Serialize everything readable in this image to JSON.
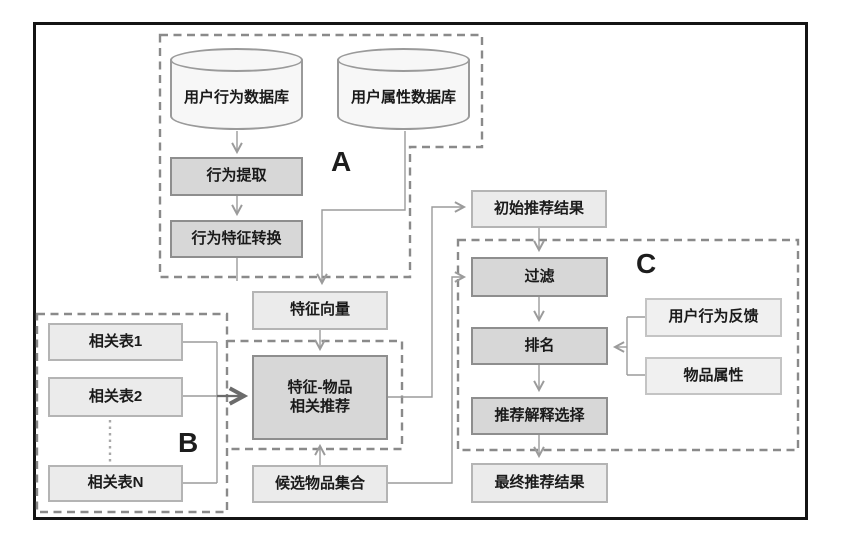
{
  "regions": {
    "a": {
      "label": "A"
    },
    "b": {
      "label": "B"
    },
    "c": {
      "label": "C"
    }
  },
  "nodes": {
    "user_behavior_db": {
      "label": "用户行为数据库"
    },
    "user_attr_db": {
      "label": "用户属性数据库"
    },
    "behavior_extract": {
      "label": "行为提取"
    },
    "behavior_convert": {
      "label": "行为特征转换"
    },
    "feature_vector": {
      "label": "特征向量"
    },
    "feature_item_rec": {
      "line1": "特征-物品",
      "line2": "相关推荐"
    },
    "related_table_1": {
      "label": "相关表1"
    },
    "related_table_2": {
      "label": "相关表2"
    },
    "related_table_n": {
      "label": "相关表N"
    },
    "candidate_items": {
      "label": "候选物品集合"
    },
    "initial_results": {
      "label": "初始推荐结果"
    },
    "filter": {
      "label": "过滤"
    },
    "ranking": {
      "label": "排名"
    },
    "explanation_select": {
      "label": "推荐解释选择"
    },
    "final_results": {
      "label": "最终推荐结果"
    },
    "user_feedback": {
      "label": "用户行为反馈"
    },
    "item_attrs": {
      "label": "物品属性"
    }
  },
  "colors": {
    "frame": "#141414",
    "dashed_region": "#8a8a8a",
    "process_fill": "#d7d7d7",
    "process_border": "#8e8e8e",
    "data_fill": "#ebebeb",
    "data_border": "#b4b4b4",
    "feedback_fill": "#f0f0f0",
    "connector": "#9b9b9b",
    "connector_bold": "#6b6b6b",
    "text": "#1a1a1a"
  }
}
